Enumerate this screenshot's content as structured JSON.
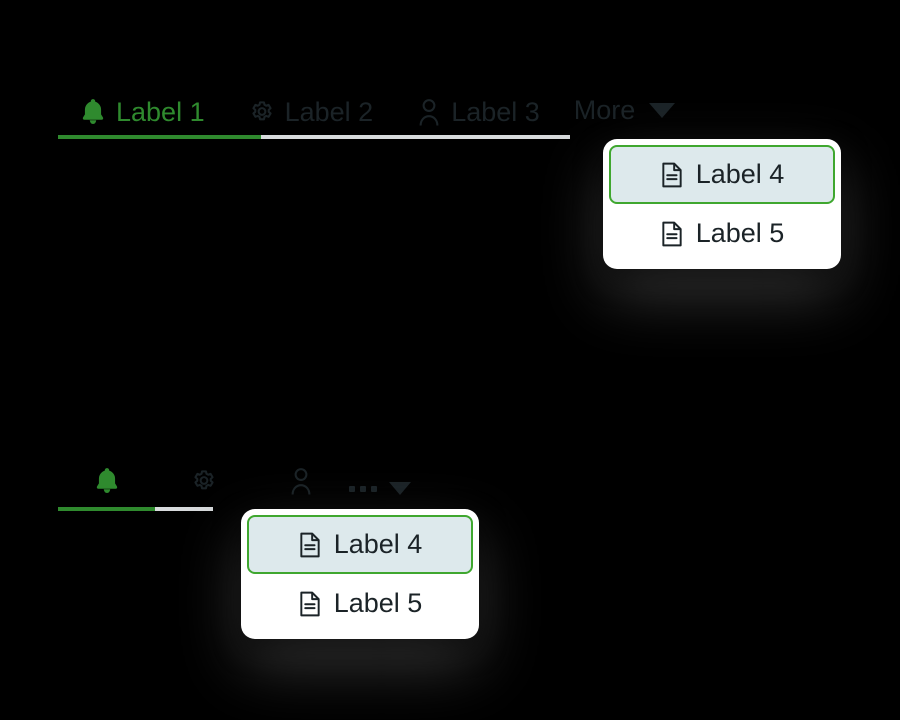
{
  "colors": {
    "background": "#000000",
    "accent_green": "#2f8a2e",
    "menu_highlight_border": "#3fa72f",
    "menu_highlight_fill": "#dde9ec",
    "text_dark": "#1b2327",
    "rule_gray": "#d8dbdd",
    "menu_surface": "#ffffff"
  },
  "tabbar_full": {
    "name": "labelled-tab-bar",
    "tabs": [
      {
        "label": "Label 1",
        "icon": "bell-icon",
        "active": true
      },
      {
        "label": "Label 2",
        "icon": "gear-icon",
        "active": false
      },
      {
        "label": "Label 3",
        "icon": "person-icon",
        "active": false
      }
    ],
    "overflow": {
      "label": "More",
      "icon": "chevron-down-icon",
      "expanded": true
    }
  },
  "tabbar_compact": {
    "name": "icon-only-tab-bar",
    "tabs": [
      {
        "label": "",
        "icon": "bell-icon",
        "active": true
      },
      {
        "label": "",
        "icon": "gear-icon",
        "active": false
      },
      {
        "label": "",
        "icon": "person-icon",
        "active": false
      }
    ],
    "overflow": {
      "label": "",
      "icon": "ellipsis-icon",
      "caret": "chevron-down-icon",
      "expanded": true
    }
  },
  "dropdown_primary": {
    "name": "more-dropdown-menu",
    "items": [
      {
        "label": "Label 4",
        "icon": "document-icon",
        "highlighted": true
      },
      {
        "label": "Label 5",
        "icon": "document-icon",
        "highlighted": false
      }
    ]
  },
  "dropdown_compact": {
    "name": "overflow-dropdown-menu",
    "items": [
      {
        "label": "Label 4",
        "icon": "document-icon",
        "highlighted": true
      },
      {
        "label": "Label 5",
        "icon": "document-icon",
        "highlighted": false
      }
    ]
  }
}
